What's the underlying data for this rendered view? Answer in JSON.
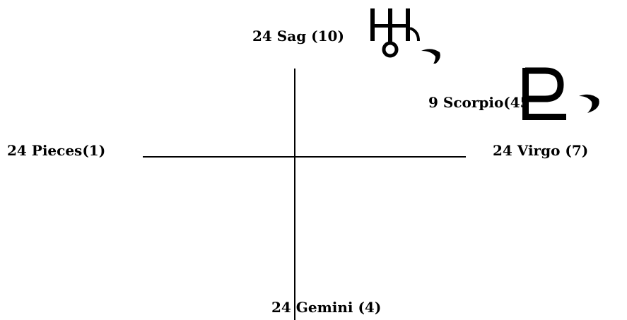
{
  "chart": {
    "points": {
      "top": "24 Sag (10)",
      "left": "24 Pieces(1)",
      "right": "24 Virgo (7)",
      "bottom": "24 Gemini (4)"
    },
    "planets": {
      "pluto_position": "9 Scorpio(45"
    },
    "icons": {
      "uranus": "uranus-retrograde-moon-icon",
      "pluto": "pluto-moon-icon"
    },
    "colors": {
      "ink": "#000000",
      "background": "#ffffff"
    }
  }
}
